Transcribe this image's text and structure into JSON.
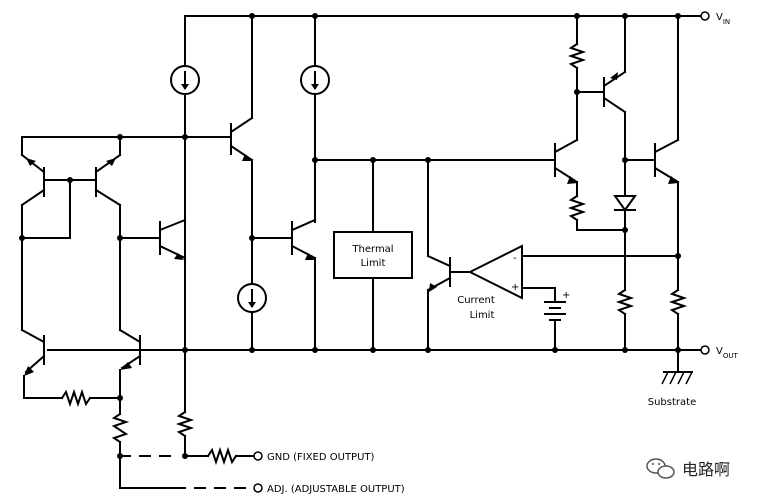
{
  "labels": {
    "vin": "V",
    "vin_sub": "IN",
    "vout": "V",
    "vout_sub": "OUT",
    "thermal_line1": "Thermal",
    "thermal_line2": "Limit",
    "current_line1": "Current",
    "current_line2": "Limit",
    "substrate": "Substrate",
    "gnd": "GND (FIXED OUTPUT)",
    "adj": "ADJ. (ADJUSTABLE OUTPUT)",
    "opamp_minus": "-",
    "opamp_plus": "+",
    "battery_plus": "+"
  },
  "watermark": {
    "icon": "wechat-icon",
    "text": "电路啊"
  }
}
